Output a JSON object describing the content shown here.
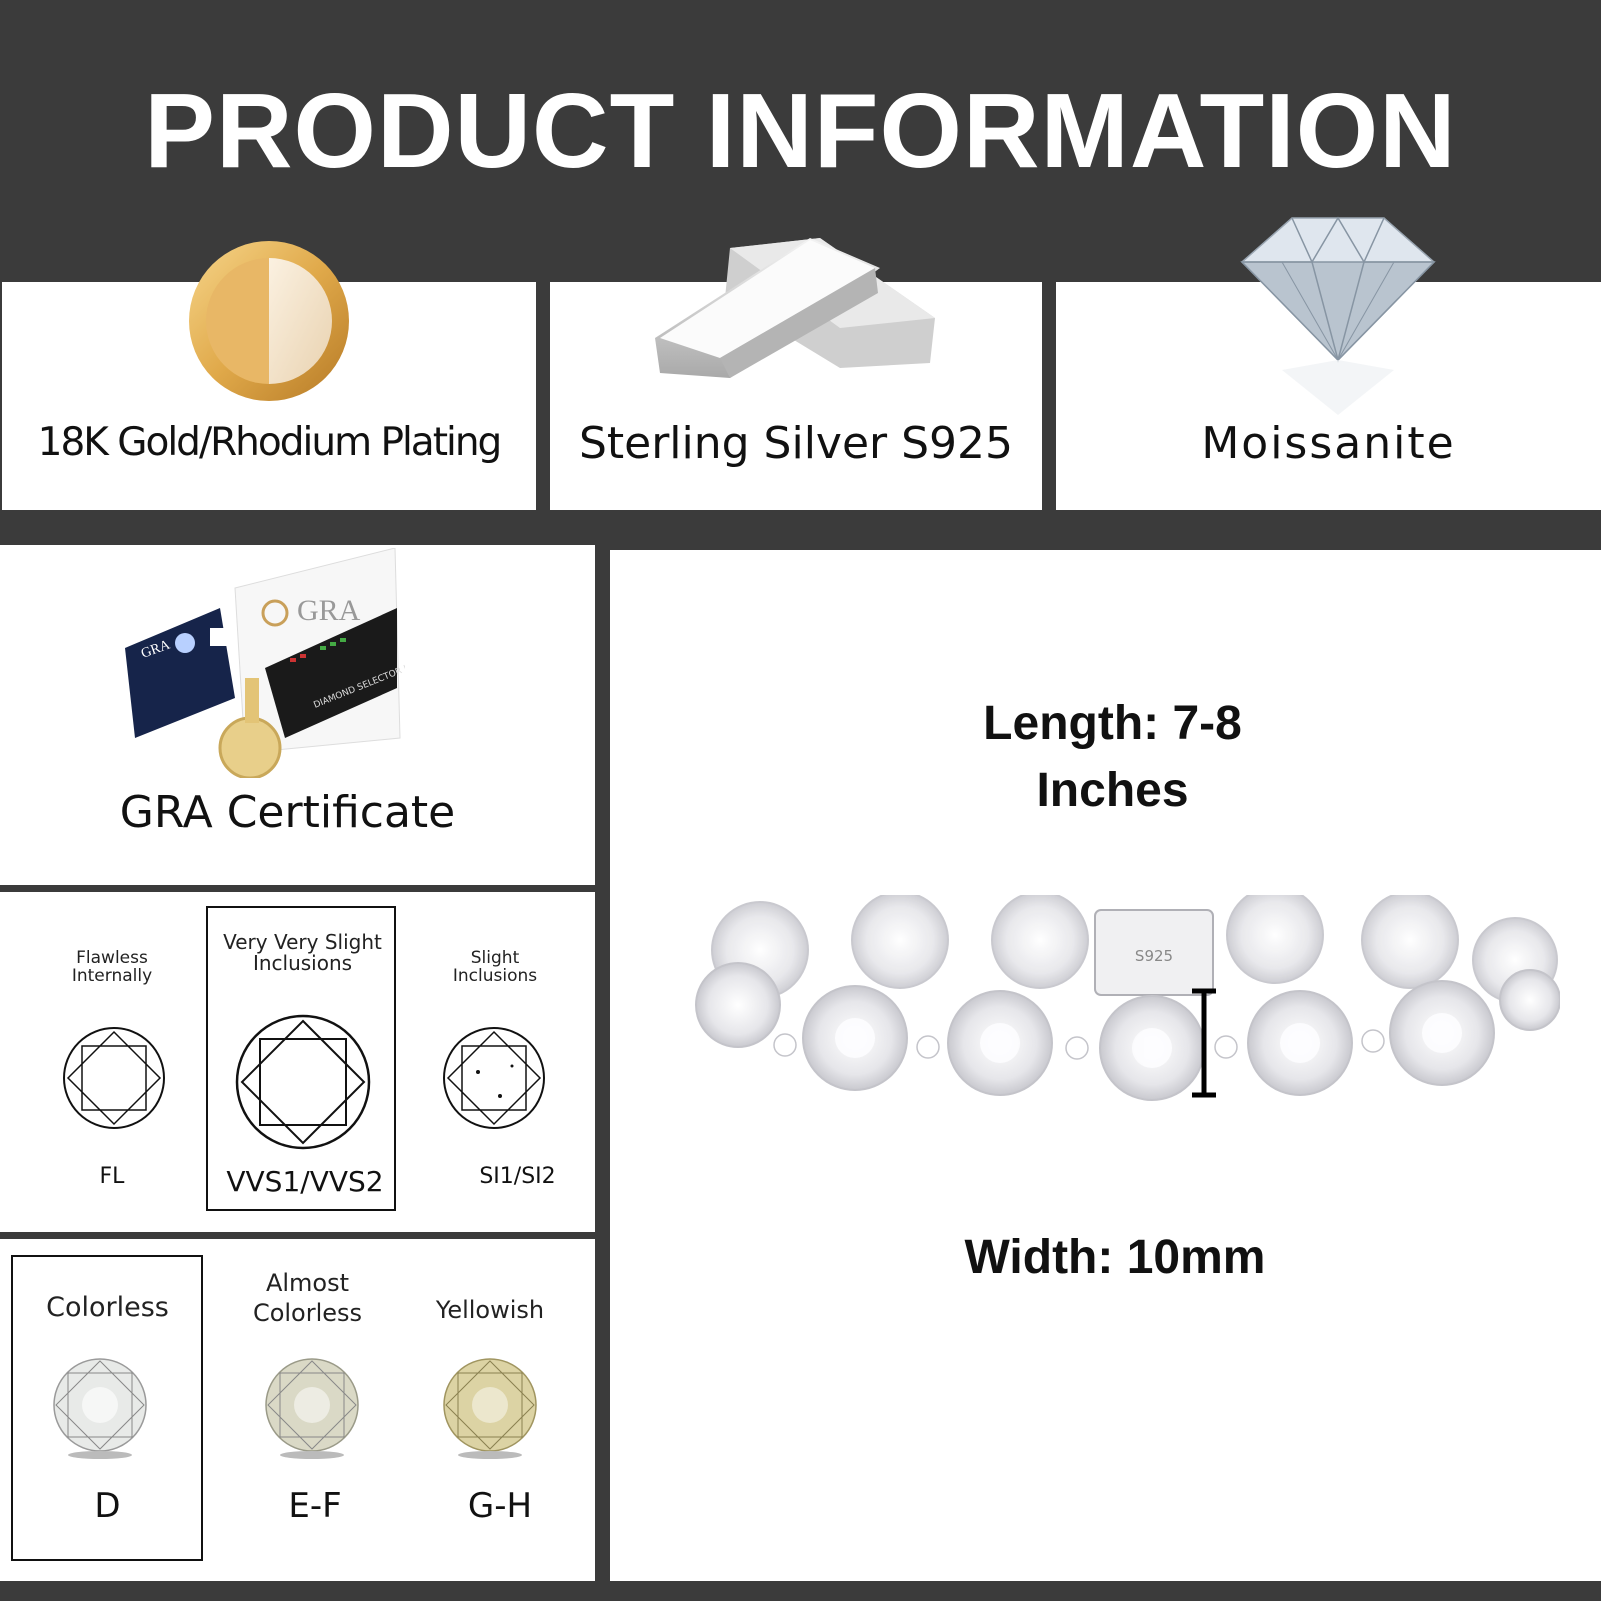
{
  "header": {
    "title": "PRODUCT INFORMATION"
  },
  "features": [
    {
      "label": "18K Gold/Rhodium Plating"
    },
    {
      "label": "Sterling Silver S925"
    },
    {
      "label": "Moissanite"
    }
  ],
  "certificate": {
    "label": "GRA Certificate",
    "card_text": "GRA",
    "tester_text": "DIAMOND SELECTOR II"
  },
  "clarity": [
    {
      "name": "Flawless Internally",
      "grade": "FL"
    },
    {
      "name": "Very Very Slight Inclusions",
      "grade": "VVS1/VVS2"
    },
    {
      "name": "Slight Inclusions",
      "grade": "SI1/SI2"
    }
  ],
  "color_grades": [
    {
      "name": "Colorless",
      "grade": "D",
      "tint": "#e8eae8"
    },
    {
      "name": "Almost Colorless",
      "grade": "E-F",
      "tint": "#dad9c6"
    },
    {
      "name": "Yellowish",
      "grade": "G-H",
      "tint": "#dcd3a4"
    }
  ],
  "dimensions": {
    "length": "Length: 7-8 Inches",
    "width": "Width: 10mm",
    "clasp_mark": "S925"
  },
  "colors": {
    "background": "#3b3b3b",
    "gold": "#e0a94a",
    "text": "#111111"
  }
}
